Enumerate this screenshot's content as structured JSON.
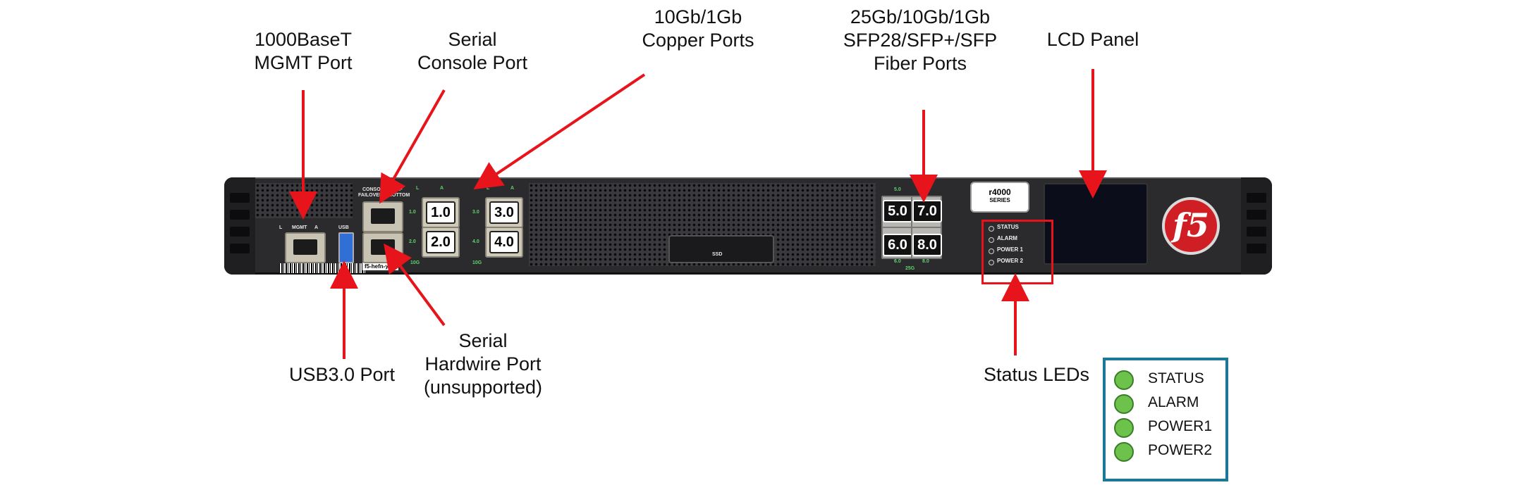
{
  "callouts": {
    "mgmt": "1000BaseT\nMGMT Port",
    "console": "Serial\nConsole Port",
    "copper": "10Gb/1Gb\nCopper Ports",
    "fiber": "25Gb/10Gb/1Gb\nSFP28/SFP+/SFP\nFiber Ports",
    "lcd": "LCD Panel",
    "usb": "USB3.0 Port",
    "hardwire": "Serial\nHardwire Port\n(unsupported)",
    "status": "Status LEDs"
  },
  "device": {
    "mgmt_l": "L",
    "mgmt_label": "MGMT",
    "mgmt_a": "A",
    "usb_label": "USB",
    "console_label": "CONSOLE = TOP",
    "failover_label": "FAILOVER = BOTTOM",
    "hostname": "f5-hefn-yh...",
    "copper_left": {
      "top": "1.0",
      "bottom": "2.0",
      "speed": "10G",
      "led_l": "L",
      "led_a": "A",
      "side_top": "1.0",
      "side_bottom": "2.0"
    },
    "copper_right": {
      "top": "3.0",
      "bottom": "4.0",
      "speed": "10G",
      "led_l": "L",
      "led_a": "A",
      "side_top": "3.0",
      "side_bottom": "4.0"
    },
    "ssd_label": "SSD",
    "sfp": {
      "p1": "5.0",
      "p2": "7.0",
      "p3": "6.0",
      "p4": "8.0",
      "top_left": "5.0",
      "top_right": "7.0",
      "bot_left": "6.0",
      "bot_right": "8.0",
      "speed": "25G"
    },
    "leds": [
      "STATUS",
      "ALARM",
      "POWER 1",
      "POWER 2"
    ],
    "model": "r4000",
    "series": "SERIES",
    "logo": "f5"
  },
  "legend": {
    "border_color": "#1d7797",
    "dot_color": "#6cc24a",
    "items": [
      "STATUS",
      "ALARM",
      "POWER1",
      "POWER2"
    ]
  },
  "arrow_color": "#e8141b"
}
